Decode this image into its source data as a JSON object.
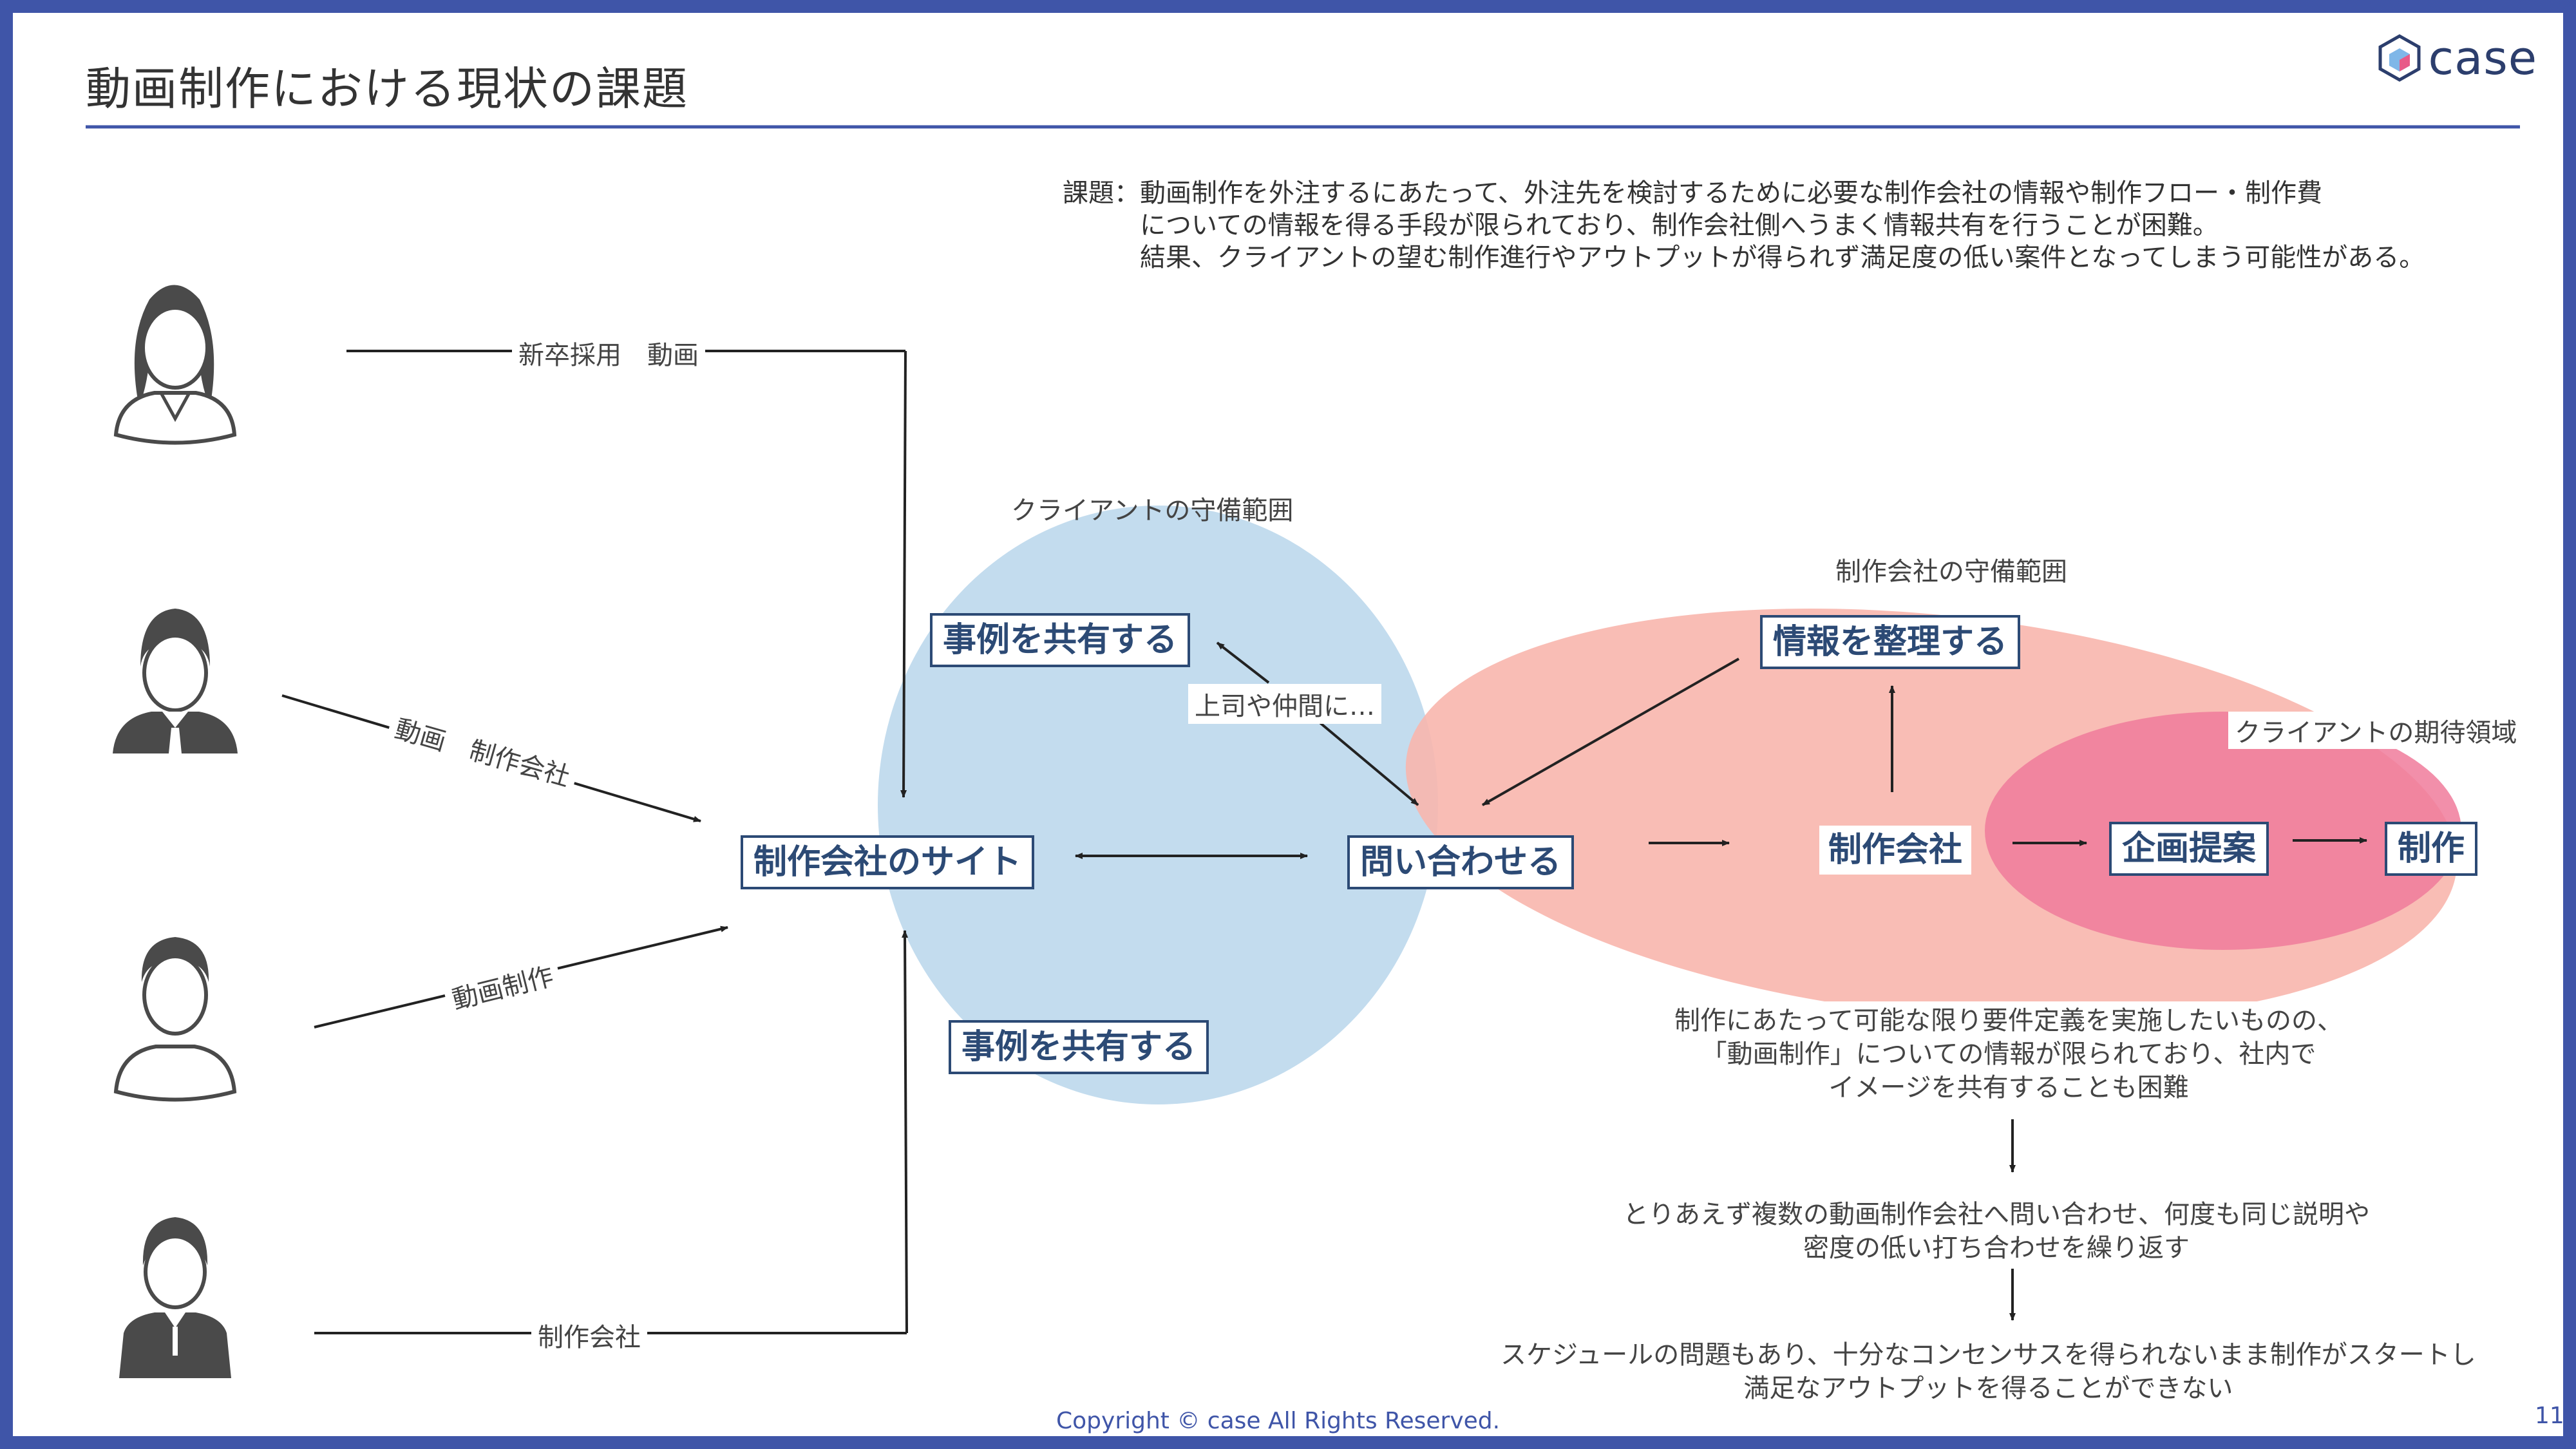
{
  "header": {
    "title": "動画制作における現状の課題",
    "logo_text": "case"
  },
  "issue": {
    "text": "課題：動画制作を外注するにあたって、外注先を検討するために必要な制作会社の情報や制作フロー・制作費\n　　　についての情報を得る手段が限られており、制作会社側へうまく情報共有を行うことが困難。\n　　　結果、クライアントの望む制作進行やアウトプットが得られず満足度の低い案件となってしまう可能性がある。"
  },
  "users": [
    {
      "icon": "female-user-icon",
      "query": "新卒採用　動画"
    },
    {
      "icon": "male-user-icon",
      "query": "動画　制作会社"
    },
    {
      "icon": "male-casual-user-icon",
      "query": "動画制作"
    },
    {
      "icon": "businessman-icon",
      "query": "制作会社"
    }
  ],
  "areas": {
    "client": "クライアントの守備範囲",
    "company": "制作会社の守備範囲",
    "expectation": "クライアントの期待領域"
  },
  "nodes": {
    "site": "制作会社のサイト",
    "share_top": "事例を共有する",
    "share_bottom": "事例を共有する",
    "boss": "上司や仲間に…",
    "inquiry": "問い合わせる",
    "organize": "情報を整理する",
    "company": "制作会社",
    "proposal": "企画提案",
    "production": "制作"
  },
  "notes": {
    "n1": "制作にあたって可能な限り要件定義を実施したいものの、\n「動画制作」についての情報が限られており、社内で\nイメージを共有することも困難",
    "n2": "とりあえず複数の動画制作会社へ問い合わせ、何度も同じ説明や\n密度の低い打ち合わせを繰り返す",
    "n3": "スケジュールの問題もあり、十分なコンセンサスを得られないまま制作がスタートし\n満足なアウトプットを得ることができない"
  },
  "footer": {
    "copyright": "Copyright © case All Rights Reserved.",
    "page_number": "11"
  },
  "colors": {
    "border": "#3f55a8",
    "client_area": "#c3dcee",
    "company_area": "#f8b6ad",
    "expectation_area": "#f07b9b",
    "box_text": "#2c4a75"
  }
}
